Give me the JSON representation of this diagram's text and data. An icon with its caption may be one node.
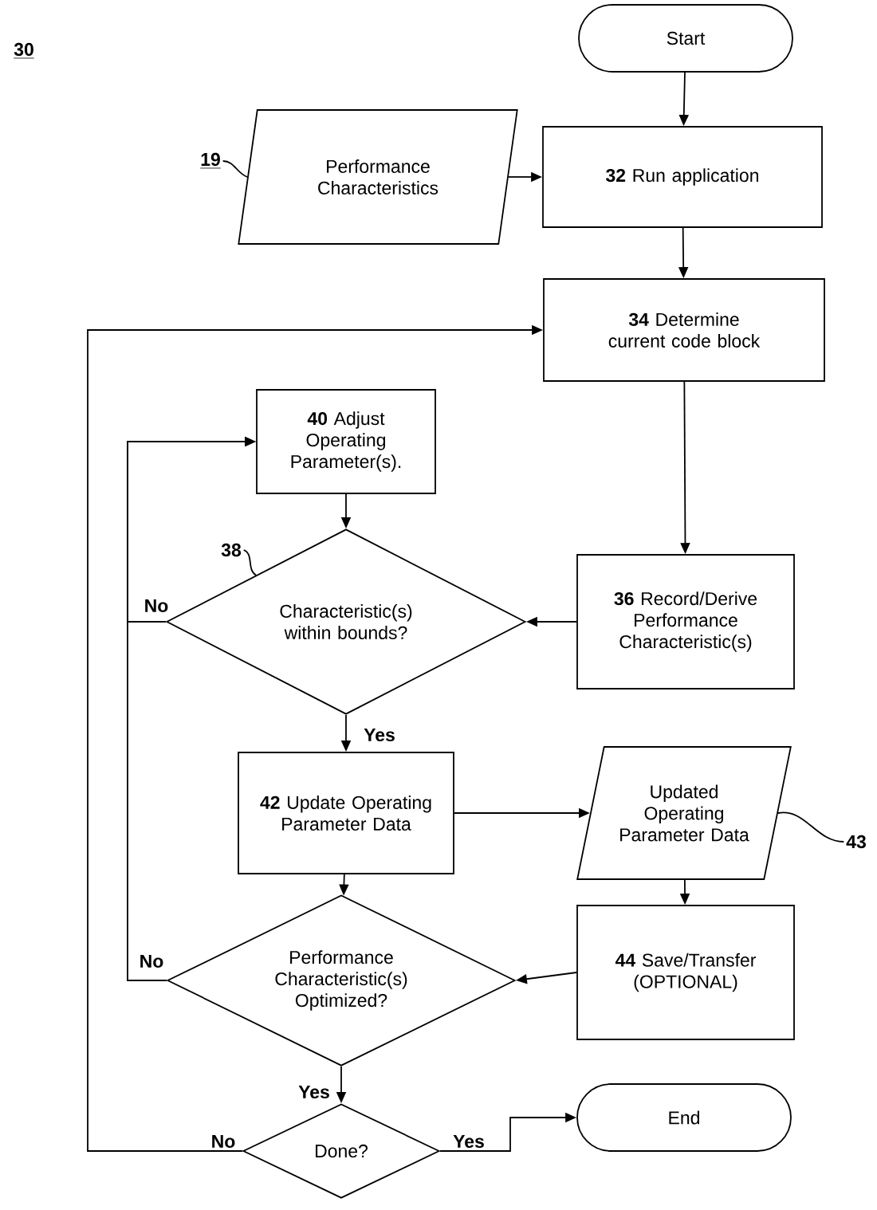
{
  "diagram": {
    "nodes": [
      {
        "text": [
          "Start"
        ]
      },
      {
        "text": [
          "Performance Characteristics"
        ]
      },
      {
        "text": [
          "**32** Run application"
        ]
      },
      {
        "text": [
          "**34** Determine current code block"
        ]
      },
      {
        "text": [
          "**40** Adjust Operating Parameter(s)."
        ]
      },
      {
        "text": [
          "Characteristic(s) within bounds?"
        ]
      },
      {
        "text": [
          "**36** Record/Derive Performance Characteristic(s)"
        ]
      },
      {
        "text": [
          "**42** Update Operating Parameter Data"
        ]
      },
      {
        "text": [
          "Updated Operating Parameter Data"
        ]
      },
      {
        "text": [
          "**44** Save/Transfer (OPTIONAL)"
        ]
      },
      {
        "text": [
          "Performance Characteristic(s) Optimized?"
        ]
      },
      {
        "text": [
          "Done?"
        ]
      },
      {
        "text": [
          "End"
        ]
      },
      {
        "text": [
          "19"
        ]
      },
      {
        "text": [
          "38"
        ]
      },
      {
        "text": [
          "43"
        ]
      }
    ],
    "edges": [
      {
        "from": 0,
        "to": 2,
        "arrow": "to"
      },
      {
        "from": 1,
        "to": 2,
        "arrow": "to"
      },
      {
        "from": 2,
        "to": 3,
        "arrow": "to"
      },
      {
        "from": 3,
        "to": 6,
        "arrow": "to"
      },
      {
        "from": 6,
        "to": 5,
        "arrow": "to"
      },
      {
        "from": 5,
        "to": 4,
        "arrow": "to",
        "label": "No"
      },
      {
        "from": 4,
        "to": 5,
        "arrow": "to"
      },
      {
        "from": 5,
        "to": 7,
        "arrow": "to",
        "label": "Yes"
      },
      {
        "from": 7,
        "to": 8,
        "arrow": "to"
      },
      {
        "from": 8,
        "to": 9,
        "arrow": "to"
      },
      {
        "from": 9,
        "to": 10,
        "arrow": "to"
      },
      {
        "from": 7,
        "to": 10,
        "arrow": "to"
      },
      {
        "from": 10,
        "to": 4,
        "arrow": "to",
        "label": "No"
      },
      {
        "from": 10,
        "to": 11,
        "arrow": "to",
        "label": "Yes"
      },
      {
        "from": 11,
        "to": 3,
        "arrow": "to",
        "label": "No"
      },
      {
        "from": 11,
        "to": 12,
        "arrow": "to",
        "label": "Yes"
      },
      {
        "from": 13,
        "to": 1,
        "arrow": "none"
      },
      {
        "from": 14,
        "to": 5,
        "arrow": "none"
      },
      {
        "from": 15,
        "to": 8,
        "arrow": "none"
      }
    ],
    "labels": [
      "30"
    ]
  }
}
